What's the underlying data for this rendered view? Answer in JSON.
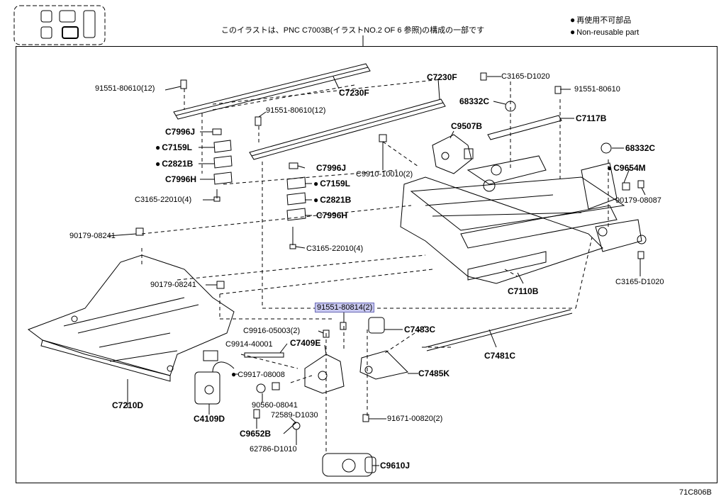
{
  "header": {
    "caption": "このイラストは、PNC C7003B(イラストNO.2 OF 6 参照)の構成の一部です",
    "legend": [
      "再使用不可部品",
      "Non-reusable part"
    ]
  },
  "labels": {
    "p_91551_80610_12_top": "91551-80610(12)",
    "p_C7230F_a": "C7230F",
    "p_C7230F_b": "C7230F",
    "p_91551_80610_12_mid": "91551-80610(12)",
    "p_C7996J_a": "C7996J",
    "p_C7159L_a": "C7159L",
    "p_C2821B_a": "C2821B",
    "p_C7996H_a": "C7996H",
    "p_C3165_22010_4_a": "C3165-22010(4)",
    "p_C7996J_b": "C7996J",
    "p_C7159L_b": "C7159L",
    "p_C2821B_b": "C2821B",
    "p_C7996H_b": "C7996H",
    "p_C3165_22010_4_b": "C3165-22010(4)",
    "p_C3165_D1020_a": "C3165-D1020",
    "p_68332C_a": "68332C",
    "p_91551_80610": "91551-80610",
    "p_C7117B": "C7117B",
    "p_C9507B": "C9507B",
    "p_C9910_10010_2": "C9910-10010(2)",
    "p_68332C_b": "68332C",
    "p_C9654M": "C9654M",
    "p_90179_08087": "90179-08087",
    "p_90179_08241_a": "90179-08241",
    "p_90179_08241_b": "90179-08241",
    "p_C3165_D1020_b": "C3165-D1020",
    "p_C7110B": "C7110B",
    "p_91551_80814_2": "91551-80814(2)",
    "p_C9916_05003_2": "C9916-05003(2)",
    "p_C7483C": "C7483C",
    "p_C9914_40001": "C9914-40001",
    "p_C7409E": "C7409E",
    "p_C7481C": "C7481C",
    "p_C9917_08008": "C9917-08008",
    "p_C7485K": "C7485K",
    "p_90560_08041": "90560-08041",
    "p_C7210D": "C7210D",
    "p_C4109D": "C4109D",
    "p_72589_D1030": "72589-D1030",
    "p_91671_00820_2": "91671-00820(2)",
    "p_C9652B": "C9652B",
    "p_62786_D1010": "62786-D1010",
    "p_C9610J": "C9610J"
  },
  "footer": {
    "code": "71C806B"
  }
}
